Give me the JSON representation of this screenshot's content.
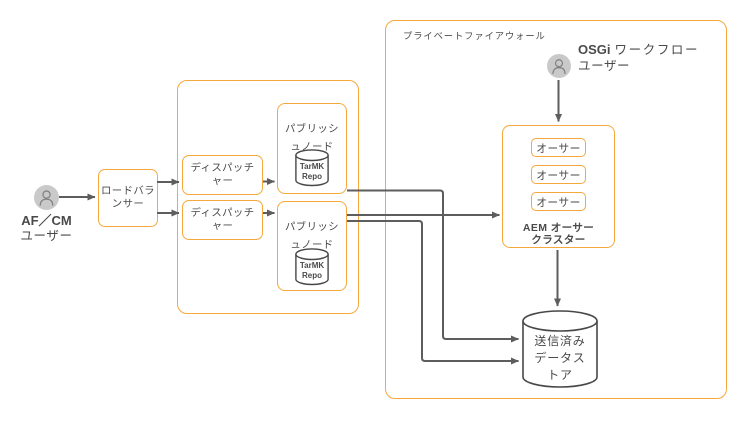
{
  "diagram": {
    "afcm_user": {
      "name": "AF／CM",
      "role": "ユーザー"
    },
    "load_balancer": {
      "label": "ロードバラ\nンサー"
    },
    "dispatchers": [
      {
        "label": "ディスパッチ\nャー"
      },
      {
        "label": "ディスパッチ\nャー"
      }
    ],
    "publish_nodes": [
      {
        "label": "パブリッシ\nュノード",
        "repo": "TarMK\nRepo"
      },
      {
        "label": "パブリッシ\nュノード",
        "repo": "TarMK\nRepo"
      }
    ],
    "firewall": {
      "label": "プライベートファイアウォール"
    },
    "osgi_user": {
      "name": "OSGi",
      "role_line1": "ワークフロー",
      "role_line2": "ユーザー"
    },
    "cluster": {
      "authors": [
        "オーサー",
        "オーサー",
        "オーサー"
      ],
      "caption": "AEM オーサー\nクラスター"
    },
    "datastore": {
      "label": "送信済み\nデータス\nトア"
    },
    "colors": {
      "accent_orange": "#f5a83c",
      "connector_gray": "#5d5d5d",
      "text_gray": "#4a4a4a",
      "user_icon_gray": "#c9c9c9"
    }
  }
}
